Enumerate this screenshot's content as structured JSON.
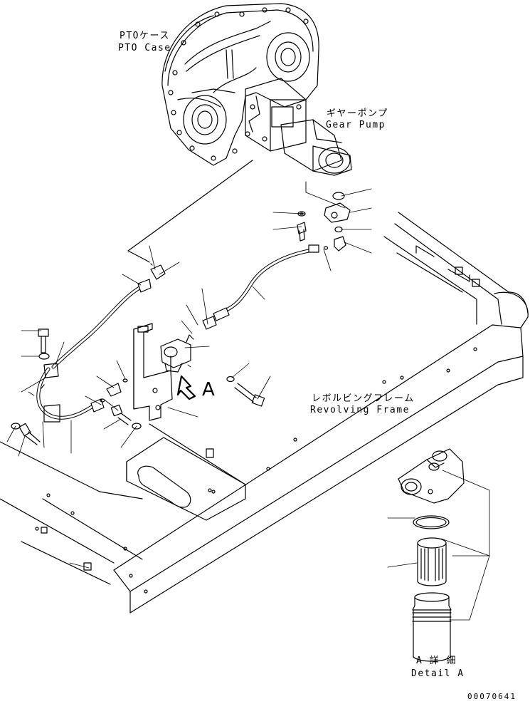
{
  "labels": {
    "pto_case_jp": "PTOケース",
    "pto_case_en": "PTO Case",
    "gear_pump_jp": "ギヤーポンプ",
    "gear_pump_en": "Gear Pump",
    "frame_jp": "レボルビングフレーム",
    "frame_en": "Revolving Frame",
    "view_a": "A",
    "detail_jp": "A 詳 細",
    "detail_en": "Detail A",
    "drawing_number": "00070641"
  }
}
